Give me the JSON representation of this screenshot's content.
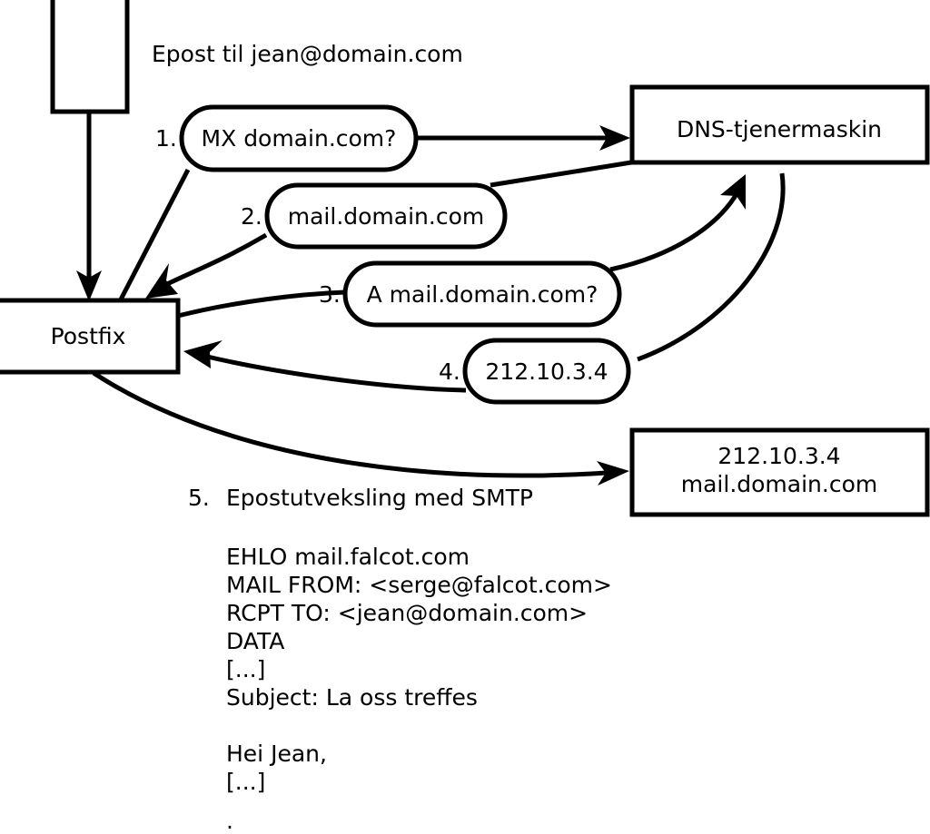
{
  "diagram": {
    "title_note": "Epost til jean@domain.com",
    "nodes": {
      "sender_box": {
        "label": ""
      },
      "postfix_box": {
        "label": "Postfix"
      },
      "dns_box": {
        "label": "DNS-tjenermaskin"
      },
      "target_box": {
        "line1": "212.10.3.4",
        "line2": "mail.domain.com"
      }
    },
    "steps": [
      {
        "number": "1.",
        "label": "MX domain.com?"
      },
      {
        "number": "2.",
        "label": "mail.domain.com"
      },
      {
        "number": "3.",
        "label": "A mail.domain.com?"
      },
      {
        "number": "4.",
        "label": "212.10.3.4"
      }
    ],
    "step5": {
      "number": "5.",
      "label": "Epostutveksling med SMTP"
    },
    "smtp_transcript": [
      "EHLO mail.falcot.com",
      "MAIL FROM: <serge@falcot.com>",
      "RCPT TO: <jean@domain.com>",
      "DATA",
      "[...]",
      "Subject: La oss treffes",
      "",
      "Hei Jean,",
      "[...]",
      "."
    ],
    "colors": {
      "stroke": "#000000",
      "fill": "#ffffff",
      "text": "#000000"
    }
  }
}
